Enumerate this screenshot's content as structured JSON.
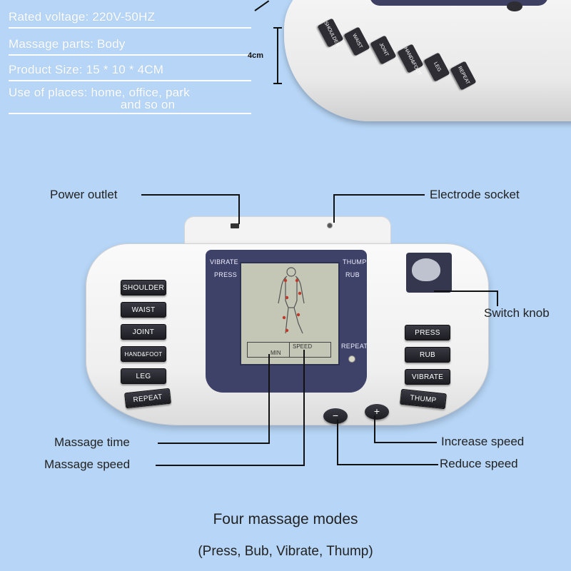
{
  "specs": {
    "rated_voltage": "Rated voltage: 220V-50HZ",
    "massage_parts": "Massage parts: Body",
    "product_size": "Product Size: 15 * 10 * 4CM",
    "use_places_line1": "Use of places: home, office, park",
    "use_places_line2": "and so on",
    "dimension_label": "4cm"
  },
  "device": {
    "left_buttons": [
      "SHOULDER",
      "WAIST",
      "JOINT",
      "HAND&FOOT",
      "LEG",
      "REPEAT"
    ],
    "right_buttons": [
      "PRESS",
      "RUB",
      "VIBRATE",
      "THUMP"
    ],
    "panel_labels": {
      "vibrate": "VIBRATE",
      "press": "PRESS",
      "thump": "THUMP",
      "rub": "RUB",
      "repeat": "REPEAT"
    },
    "lcd": {
      "min": "MIN",
      "speed": "SPEED"
    },
    "minus_symbol": "−",
    "plus_symbol": "+",
    "top_buttons": [
      "SHOULDER",
      "WAIST",
      "JOINT",
      "HAND&FOOT",
      "LEG",
      "REPEAT"
    ]
  },
  "callouts": {
    "power_outlet": "Power outlet",
    "electrode_socket": "Electrode socket",
    "switch_knob": "Switch knob",
    "massage_time": "Massage time",
    "massage_speed": "Massage speed",
    "increase_speed": "Increase speed",
    "reduce_speed": "Reduce speed"
  },
  "footer": {
    "title": "Four massage modes",
    "subtitle": "(Press, Bub, Vibrate, Thump)"
  },
  "colors": {
    "background": "#b7d6f7",
    "panel": "#3f4268",
    "lcd": "#c4c7b5",
    "button": "#1c1c22"
  }
}
